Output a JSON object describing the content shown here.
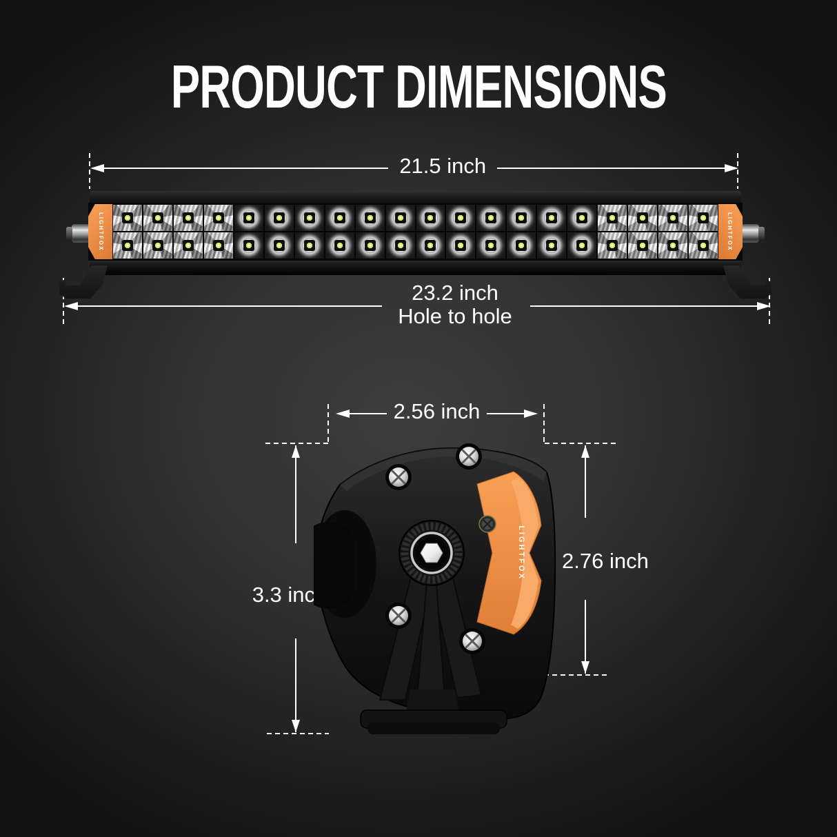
{
  "title": "PRODUCT DIMENSIONS",
  "brand": "LIGHTFOX",
  "colors": {
    "background_center": "#3d3d3d",
    "background_edge": "#121212",
    "accent_orange": "#EE8F49",
    "dimension_white": "#FFFFFF",
    "led_chip_yellow": "#DDE26B"
  },
  "top_view": {
    "width_dim_label": "21.5 inch",
    "hole_dim_label_line1": "23.2 inch",
    "hole_dim_label_line2": "Hole to hole",
    "led_layout": {
      "rows": 2,
      "columns": 20,
      "flood_columns_each_end": 4
    }
  },
  "side_view": {
    "width_dim_label": "2.56 inch",
    "total_height_dim_label": "3.3 inch",
    "body_height_dim_label": "2.76 inch"
  }
}
